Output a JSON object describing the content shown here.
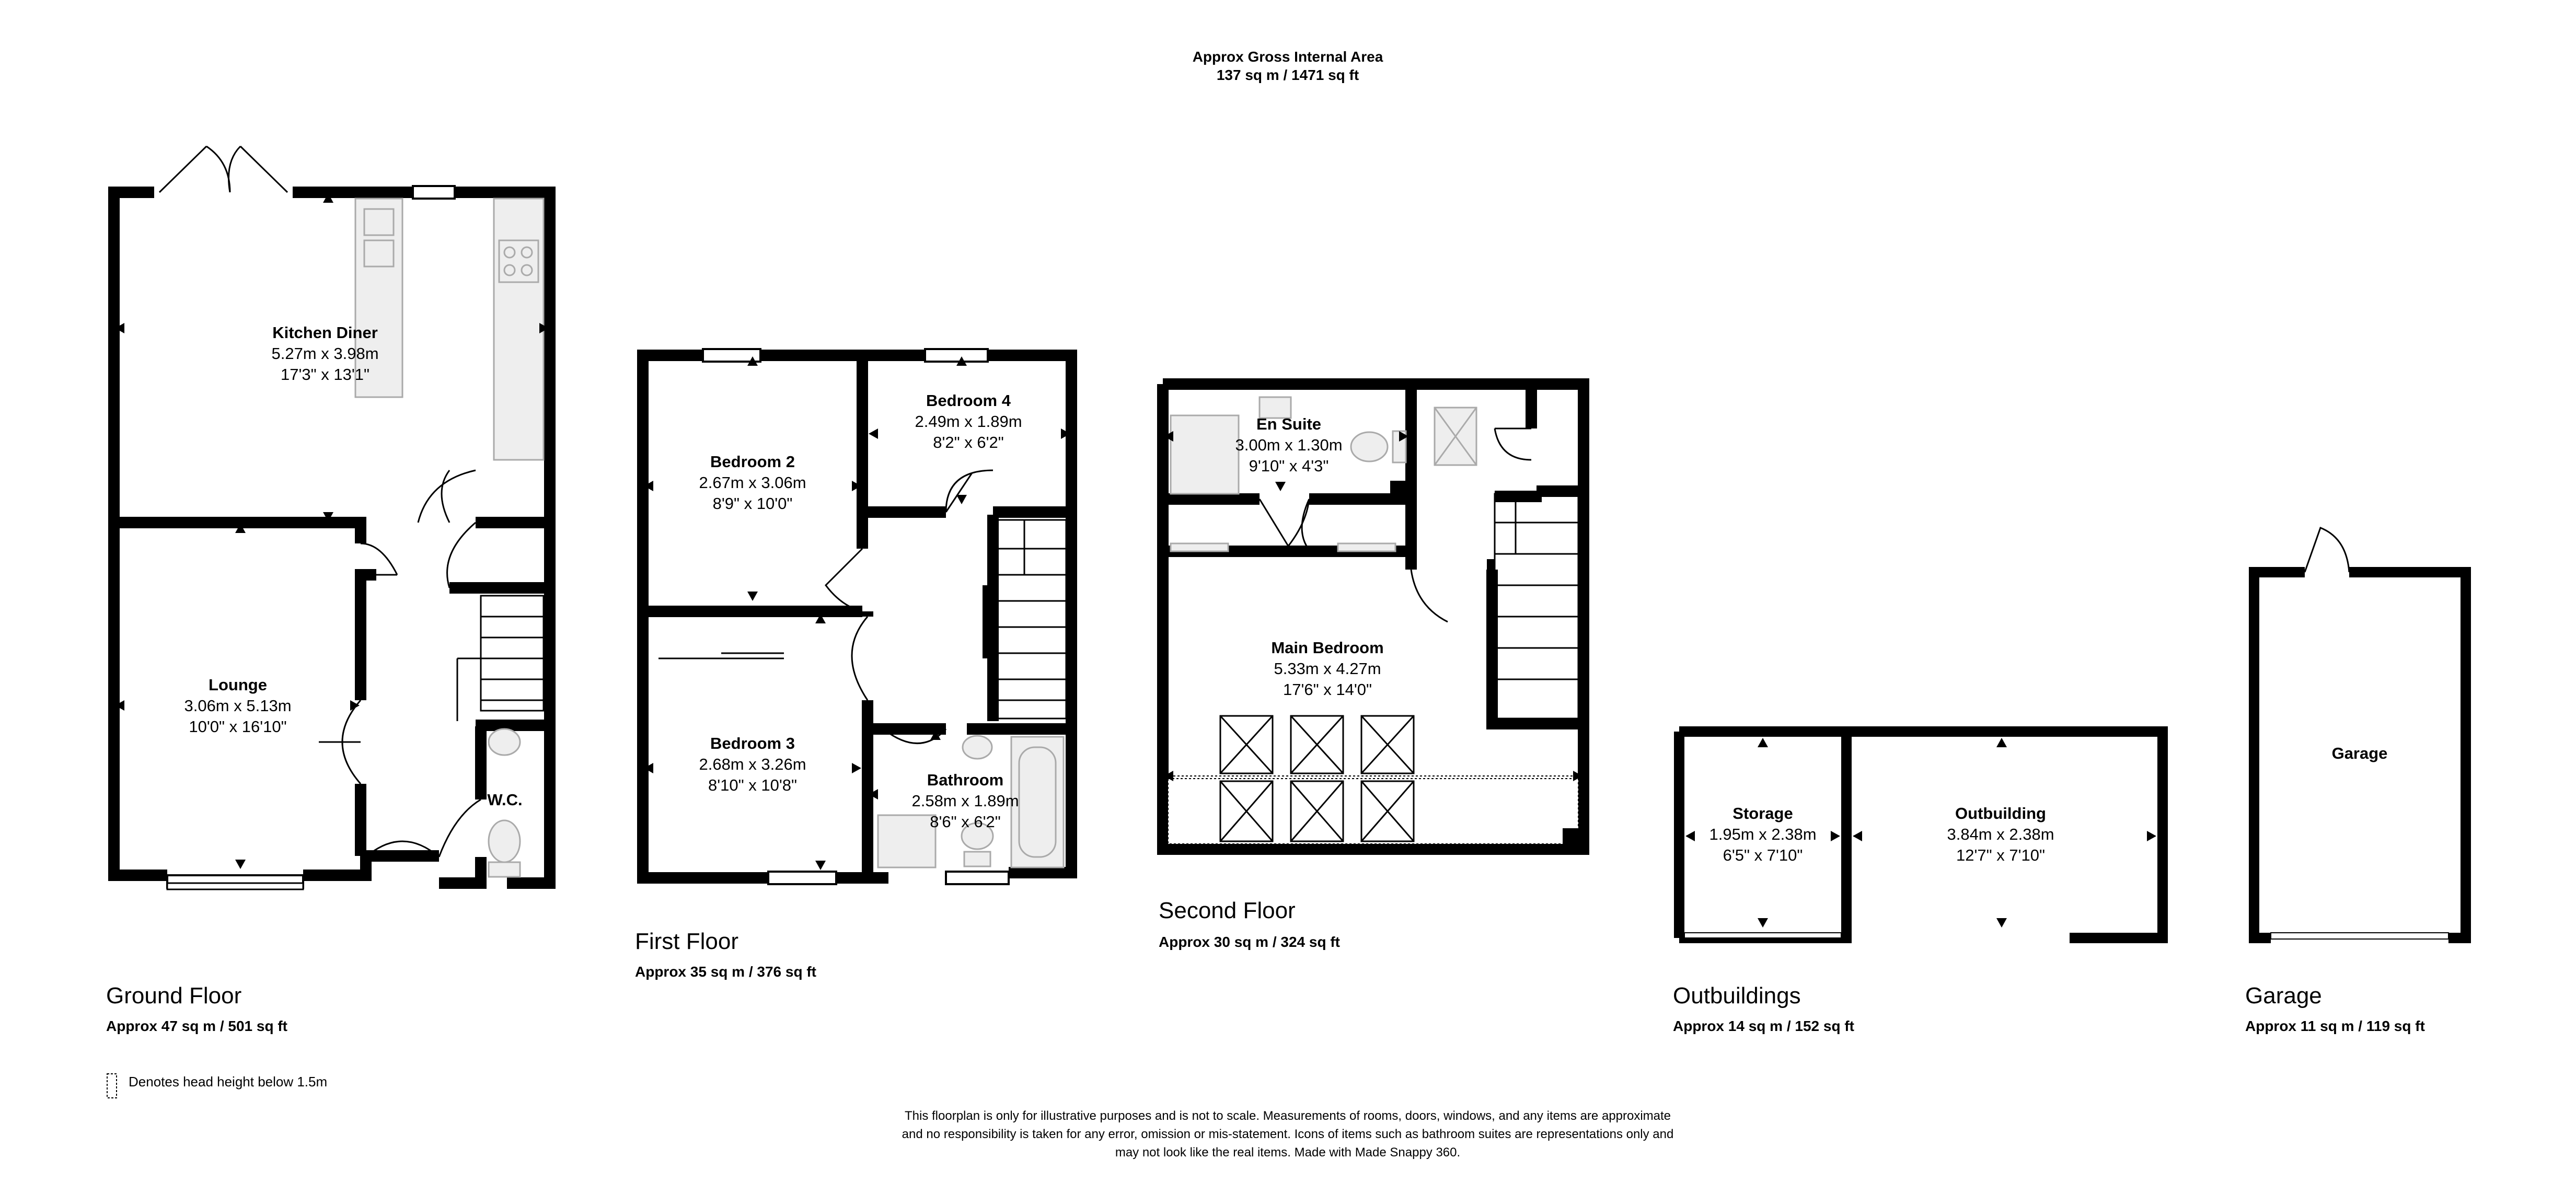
{
  "header": {
    "title": "Approx Gross Internal Area",
    "area": "137 sq m / 1471 sq ft"
  },
  "floors": {
    "ground": {
      "title": "Ground Floor",
      "area": "Approx 47 sq m / 501 sq ft",
      "rooms": {
        "kitchen": {
          "name": "Kitchen Diner",
          "metric": "5.27m x 3.98m",
          "imperial": "17'3\" x 13'1\""
        },
        "lounge": {
          "name": "Lounge",
          "metric": "3.06m x 5.13m",
          "imperial": "10'0\" x 16'10\""
        },
        "wc": {
          "name": "W.C."
        }
      }
    },
    "first": {
      "title": "First Floor",
      "area": "Approx 35 sq m / 376 sq ft",
      "rooms": {
        "bedroom2": {
          "name": "Bedroom 2",
          "metric": "2.67m x 3.06m",
          "imperial": "8'9\" x 10'0\""
        },
        "bedroom4": {
          "name": "Bedroom 4",
          "metric": "2.49m x 1.89m",
          "imperial": "8'2\" x 6'2\""
        },
        "bedroom3": {
          "name": "Bedroom 3",
          "metric": "2.68m x 3.26m",
          "imperial": "8'10\" x 10'8\""
        },
        "bathroom": {
          "name": "Bathroom",
          "metric": "2.58m x 1.89m",
          "imperial": "8'6\" x 6'2\""
        }
      }
    },
    "second": {
      "title": "Second Floor",
      "area": "Approx 30 sq m / 324 sq ft",
      "rooms": {
        "ensuite": {
          "name": "En Suite",
          "metric": "3.00m x 1.30m",
          "imperial": "9'10\" x 4'3\""
        },
        "main": {
          "name": "Main Bedroom",
          "metric": "5.33m x 4.27m",
          "imperial": "17'6\" x 14'0\""
        }
      }
    },
    "outbuildings": {
      "title": "Outbuildings",
      "area": "Approx 14 sq m / 152 sq ft",
      "rooms": {
        "storage": {
          "name": "Storage",
          "metric": "1.95m x 2.38m",
          "imperial": "6'5\" x 7'10\""
        },
        "outbuilding": {
          "name": "Outbuilding",
          "metric": "3.84m x 2.38m",
          "imperial": "12'7\" x 7'10\""
        }
      }
    },
    "garage": {
      "title": "Garage",
      "area": "Approx 11 sq m / 119 sq ft",
      "rooms": {
        "garage": {
          "name": "Garage"
        }
      }
    }
  },
  "legend": {
    "head_height": "Denotes head height below 1.5m"
  },
  "disclaimer": {
    "line1": "This floorplan is only for illustrative purposes and is not to scale. Measurements of rooms, doors, windows, and any items are approximate",
    "line2": "and no responsibility is taken for any error, omission or mis-statement. Icons of items such as bathroom suites are representations only and",
    "line3": "may not look like the real items. Made with Made Snappy 360."
  },
  "colors": {
    "wall": "#000000",
    "fixture": "#aaaaaa",
    "fixture_fill": "#eeeeee",
    "background": "#ffffff"
  }
}
